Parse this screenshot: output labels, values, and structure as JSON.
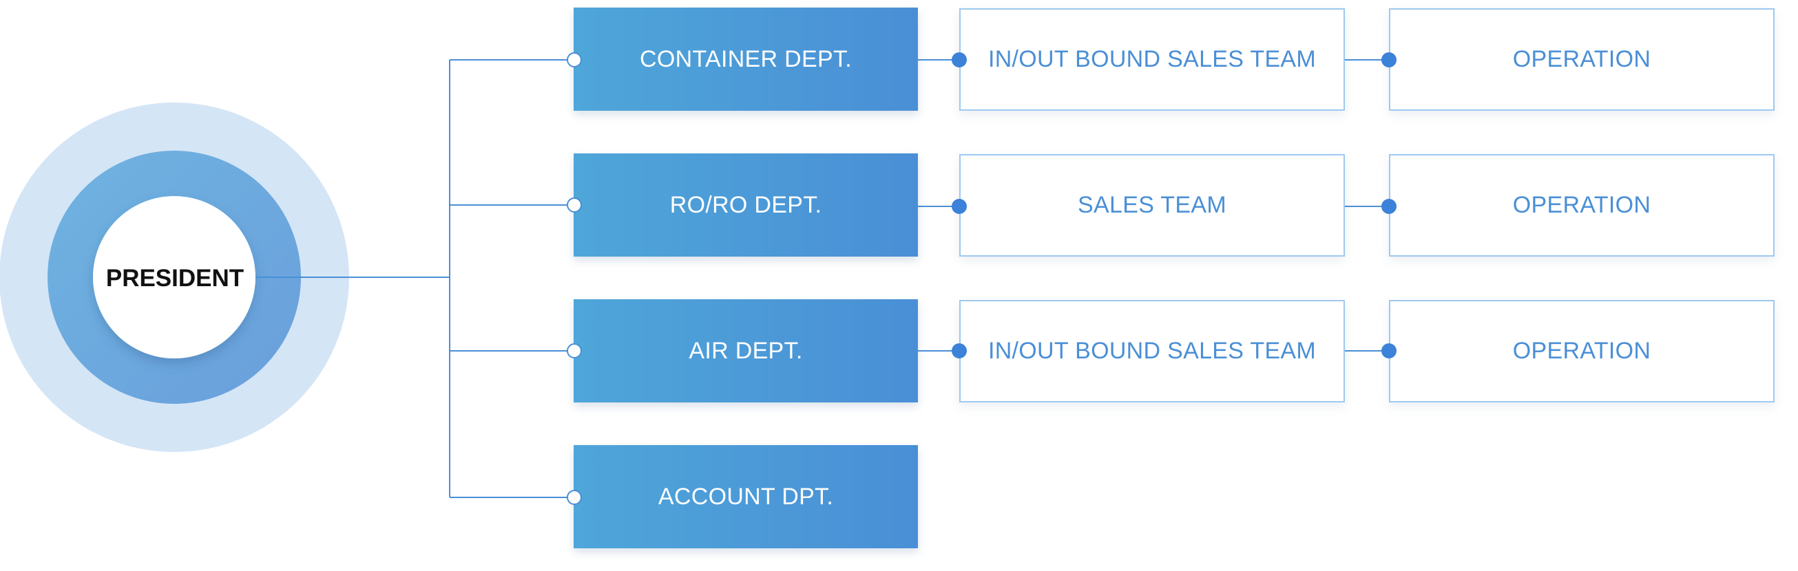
{
  "president": {
    "label": "PRESIDENT"
  },
  "departments": [
    {
      "label": "CONTAINER DEPT.",
      "team": "IN/OUT BOUND SALES TEAM",
      "operation": "OPERATION"
    },
    {
      "label": "RO/RO DEPT.",
      "team": "SALES TEAM",
      "operation": "OPERATION"
    },
    {
      "label": "AIR DEPT.",
      "team": "IN/OUT BOUND SALES TEAM",
      "operation": "OPERATION"
    },
    {
      "label": "ACCOUNT DPT."
    }
  ],
  "colors": {
    "outer_ring": "#d4e5f6",
    "middle_ring": "#6fa9de",
    "line": "#4a8fd6",
    "dept_gradient_start": "#4ea6d9",
    "dept_gradient_end": "#4a8fd6",
    "team_border": "#9ec9ef",
    "team_text": "#4a8fd6"
  }
}
